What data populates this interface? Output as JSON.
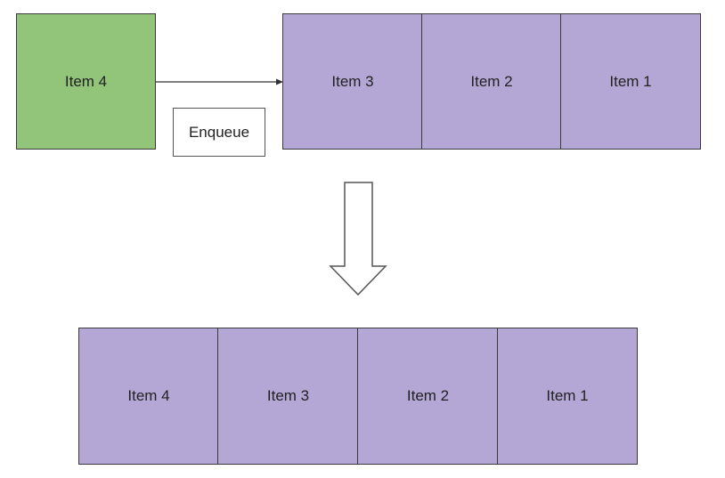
{
  "colors": {
    "new_item": "#92c57a",
    "queue_item": "#b4a7d6",
    "border": "#3a3a3a"
  },
  "before": {
    "new_item": "Item 4",
    "operation_label": "Enqueue",
    "queue": [
      "Item 3",
      "Item 2",
      "Item 1"
    ]
  },
  "after": {
    "queue": [
      "Item 4",
      "Item 3",
      "Item 2",
      "Item 1"
    ]
  },
  "icons": {
    "enqueue_arrow": "right-arrow-icon",
    "transition_arrow": "down-arrow-icon"
  }
}
